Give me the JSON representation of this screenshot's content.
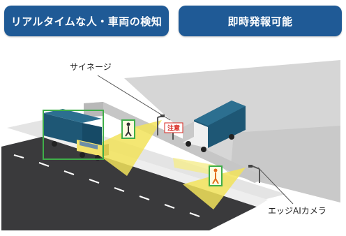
{
  "header": {
    "left_label": "リアルタイムな人・車両の検知",
    "right_label": "即時発報可能"
  },
  "callouts": {
    "signage": "サイネージ",
    "edge_ai_camera": "エッジAIカメラ"
  },
  "signboard": {
    "text": "注意"
  },
  "colors": {
    "header_bg": "#1f5a96",
    "road": "#3a3a3c",
    "detection_box": "#3fae49",
    "detection_cone": "#f2e35a",
    "signage_red": "#d7261e",
    "truck_cab": "#f3e36a",
    "truck_cargo_right": "#1e5775"
  }
}
